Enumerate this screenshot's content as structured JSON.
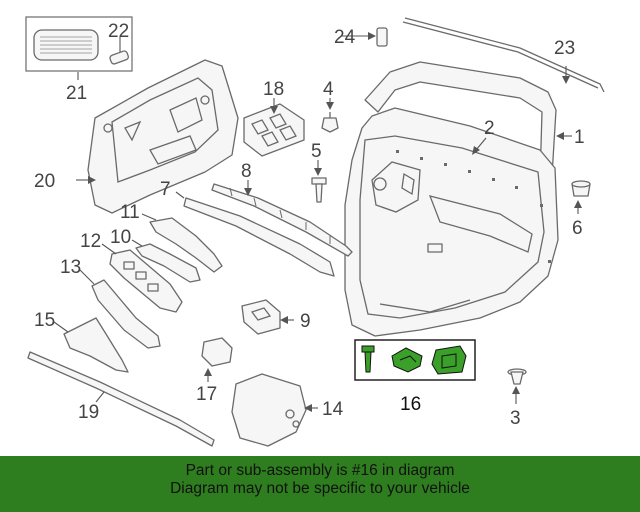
{
  "diagram": {
    "callouts": {
      "c1": "1",
      "c2": "2",
      "c3": "3",
      "c4": "4",
      "c5": "5",
      "c6": "6",
      "c7": "7",
      "c8": "8",
      "c9": "9",
      "c10": "10",
      "c11": "11",
      "c12": "12",
      "c13": "13",
      "c14": "14",
      "c15": "15",
      "c16": "16",
      "c17": "17",
      "c18": "18",
      "c19": "19",
      "c20": "20",
      "c21": "21",
      "c22": "22",
      "c23": "23",
      "c24": "24"
    },
    "highlighted_part": "16",
    "highlight_color": "#2e8b1e"
  },
  "banner": {
    "line1": "Part or sub-assembly is #16 in diagram",
    "line2": "Diagram may not be specific to your vehicle",
    "background": "#2e7d1e"
  }
}
